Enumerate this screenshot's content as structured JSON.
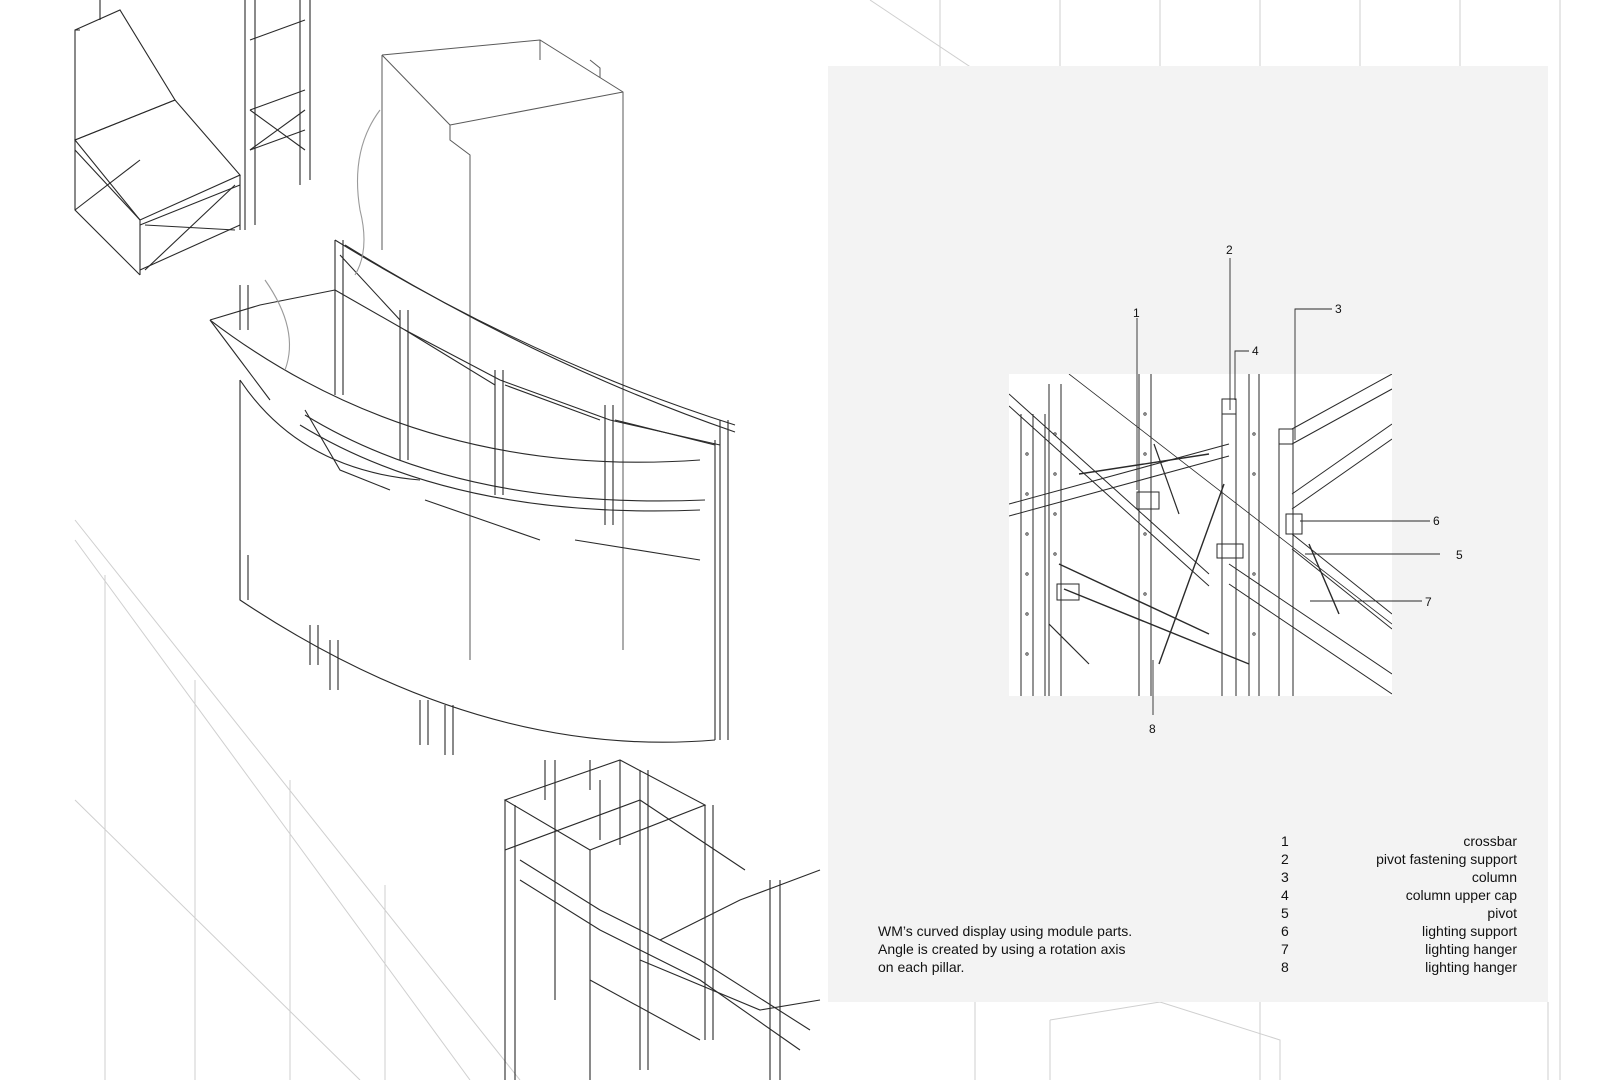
{
  "caption": {
    "lines": [
      "WM’s curved display using module parts.",
      "Angle is created by using a rotation axis",
      "on each pillar."
    ]
  },
  "callouts": [
    "1",
    "2",
    "3",
    "4",
    "5",
    "6",
    "7",
    "8"
  ],
  "legend": [
    {
      "num": "1",
      "label": "crossbar"
    },
    {
      "num": "2",
      "label": "pivot fastening support"
    },
    {
      "num": "3",
      "label": "column"
    },
    {
      "num": "4",
      "label": "column upper cap"
    },
    {
      "num": "5",
      "label": "pivot"
    },
    {
      "num": "6",
      "label": "lighting support"
    },
    {
      "num": "7",
      "label": "lighting hanger"
    },
    {
      "num": "8",
      "label": "lighting hanger"
    }
  ],
  "colors": {
    "line": "#2a2a2a",
    "faint_line": "#c8c8c8",
    "panel": "#f3f3f3"
  }
}
